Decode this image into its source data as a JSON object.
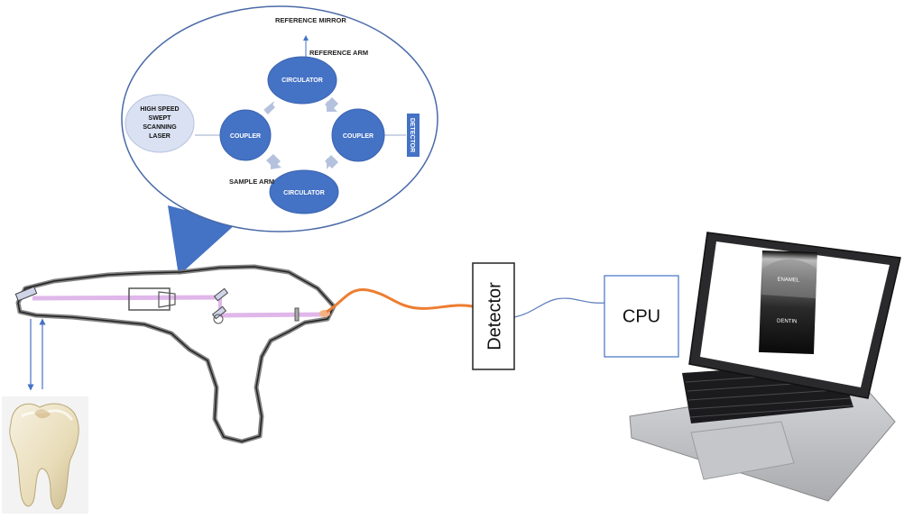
{
  "bubble": {
    "reference_mirror": "REFERENCE MIRROR",
    "reference_arm": "REFERENCE ARM",
    "sample_arm": "SAMPLE ARM",
    "laser_line1": "HIGH SPEED",
    "laser_line2": "SWEPT",
    "laser_line3": "SCANNING",
    "laser_line4": "LASER",
    "circulator_top": "CIRCULATOR",
    "circulator_bottom": "CIRCULATOR",
    "coupler_left": "COUPLER",
    "coupler_right": "COUPLER",
    "detector": "DETECTOR"
  },
  "main": {
    "detector": "Detector",
    "cpu": "CPU"
  },
  "screen": {
    "enamel": "ENAMEL",
    "dentin": "DENTIN"
  },
  "colors": {
    "node_blue": "#4472c4",
    "node_dark": "#3b64b0",
    "laser_fill": "#d9e1f2",
    "bubble_border": "#4a6aa8",
    "fiber_orange": "#ed7d31",
    "cable_blue": "#5b7bbd",
    "beam_pink": "#d9a6e6",
    "arrow_gray": "#b4c2de"
  }
}
